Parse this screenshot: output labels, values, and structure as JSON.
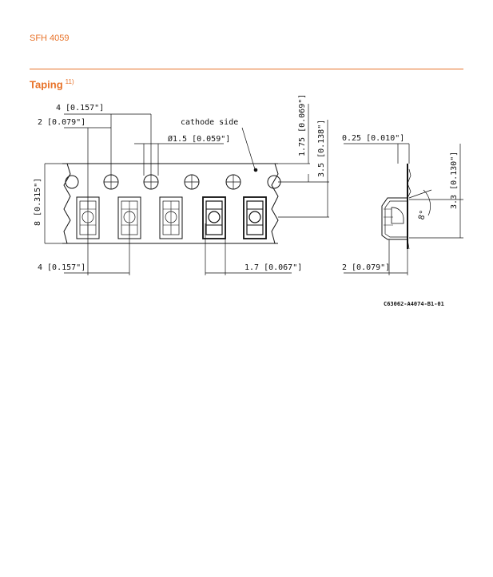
{
  "header": {
    "product": "SFH 4059"
  },
  "section": {
    "title": "Taping",
    "footnote": "11)"
  },
  "drawing": {
    "dims": {
      "pitch_top": "4 [0.157\"]",
      "half_pitch": "2 [0.079\"]",
      "cathode": "cathode side",
      "hole_dia": "Ø1.5 [0.059\"]",
      "edge_to_hole": "1.75 [0.069\"]",
      "hole_to_center": "3.5 [0.138\"]",
      "tape_width": "8 [0.315\"]",
      "pitch_bottom": "4 [0.157\"]",
      "pocket_width": "1.7 [0.067\"]",
      "thickness": "0.25 [0.010\"]",
      "height": "3.3 [0.130\"]",
      "depth": "2 [0.079\"]",
      "angle": "8°"
    },
    "code": "C63062-A4074-B1-01"
  }
}
